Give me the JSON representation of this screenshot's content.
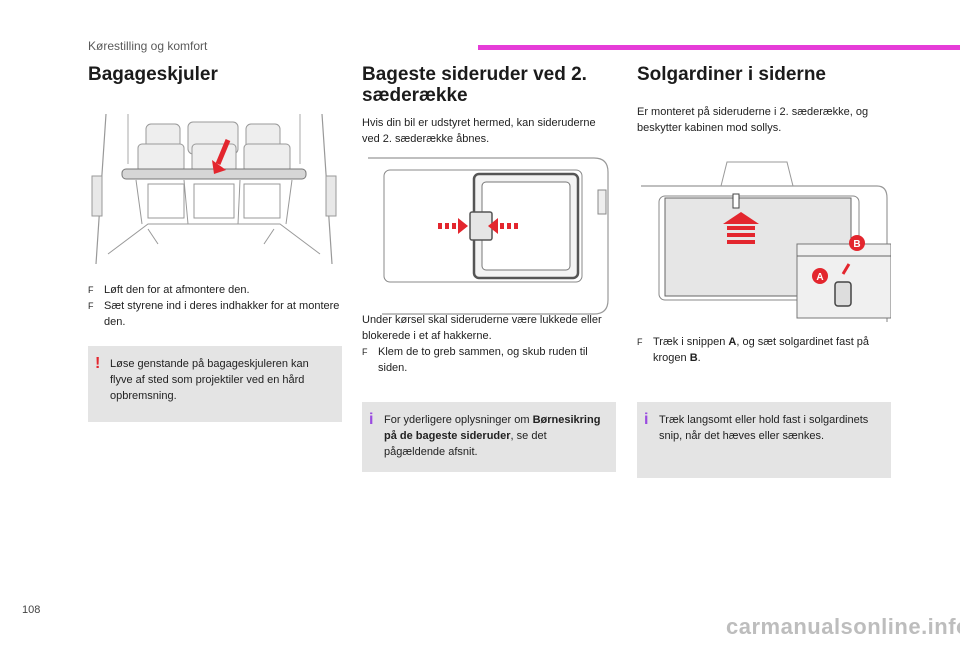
{
  "header": {
    "section": "Kørestilling og komfort",
    "accent_color": "#e63cd8"
  },
  "col1": {
    "title": "Bagageskjuler",
    "bullets": [
      "Løft den for at afmontere den.",
      "Sæt styrene ind i deres indhakker for at montere den."
    ],
    "bullet_mark": "F",
    "warning": "Løse genstande på bagageskjuleren kan flyve af sted som projektiler ved en hård opbremsning."
  },
  "col2": {
    "title_line1": "Bageste sideruder ved 2.",
    "title_line2": "sæderække",
    "intro": "Hvis din bil er udstyret hermed, kan sideruderne ved 2. sæderække åbnes.",
    "body": "Under kørsel skal sideruderne være lukkede eller blokerede i et af hakkerne.",
    "bullet": "Klem de to greb sammen, og skub ruden til siden.",
    "info_pre": "For yderligere oplysninger om",
    "info_bold": "Børnesikring på de bageste sideruder",
    "info_post": ", se det pågældende afsnit."
  },
  "col3": {
    "title": "Solgardiner i siderne",
    "intro": "Er monteret på sideruderne i 2. sæderække, og beskytter kabinen mod sollys.",
    "bullet_pre": "Træk i snippen",
    "bullet_a": "A",
    "bullet_mid": ", og sæt solgardinet fast på krogen",
    "bullet_b": "B",
    "bullet_end": ".",
    "info": "Træk langsomt eller hold fast i solgardinets snip, når det hæves eller sænkes.",
    "label_a": "A",
    "label_b": "B"
  },
  "footer": {
    "page_number": "108",
    "watermark": "carmanualsonline.info"
  },
  "icons": {
    "warning": "warning-exclamation-icon",
    "info": "info-icon"
  }
}
